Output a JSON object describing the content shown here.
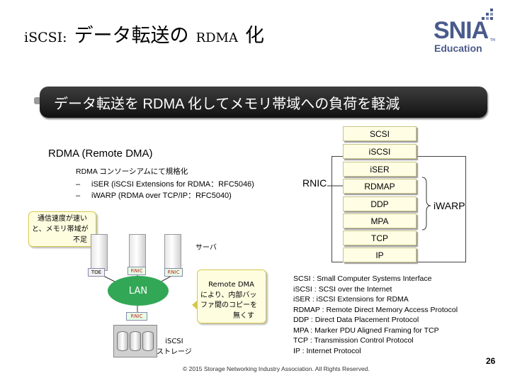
{
  "header": {
    "title_part1": "iSCSI:",
    "title_part2": "データ転送の",
    "title_part3": "RDMA",
    "title_part4": "化"
  },
  "logo": {
    "brand": "SNIA",
    "tm": "TM",
    "sub": "Education",
    "color": "#4a5a8c"
  },
  "banner": {
    "text": "データ転送を RDMA 化してメモリ帯域への負荷を軽減"
  },
  "left": {
    "heading": "RDMA (Remote DMA)",
    "subheading": "RDMA コンソーシアムにて規格化",
    "bullets": [
      {
        "dash": "–",
        "text": "iSER (iSCSI Extensions for RDMA：RFC5046)"
      },
      {
        "dash": "–",
        "text": "iWARP (RDMA over TCP/IP：RFC5040)"
      }
    ]
  },
  "callout_bandwidth": [
    "通信速度が速い",
    "と、メモリ帯域が",
    "不足"
  ],
  "diagram": {
    "server_label": "サーバ",
    "tags": {
      "toe": "TOE",
      "rnic_a": "RNIC",
      "rnic_b": "RNIC",
      "rnic_c": "RNIC"
    },
    "lan": "LAN",
    "storage_label": [
      "iSCSI",
      "ストレージ"
    ],
    "callout_remote_dma": [
      "Remote DMA",
      "により、内部バッ",
      "ファ間のコピーを",
      "無くす"
    ]
  },
  "stack": {
    "layers": [
      "SCSI",
      "iSCSI",
      "iSER",
      "RDMAP",
      "DDP",
      "MPA",
      "TCP",
      "IP"
    ],
    "rnic_label": "RNIC",
    "iwarp_label": "iWARP"
  },
  "glossary": [
    "SCSI : Small Computer Systems Interface",
    "iSCSI : SCSI over the Internet",
    "iSER : iSCSI Extensions for RDMA",
    "RDMAP : Remote Direct Memory Access Protocol",
    "DDP : Direct Data Placement Protocol",
    "MPA : Marker PDU Aligned Framing for TCP",
    "TCP : Transmission Control Protocol",
    "IP : Internet Protocol"
  ],
  "footer": {
    "copyright": "© 2015 Storage Networking Industry Association. All Rights Reserved.",
    "page": "26"
  }
}
